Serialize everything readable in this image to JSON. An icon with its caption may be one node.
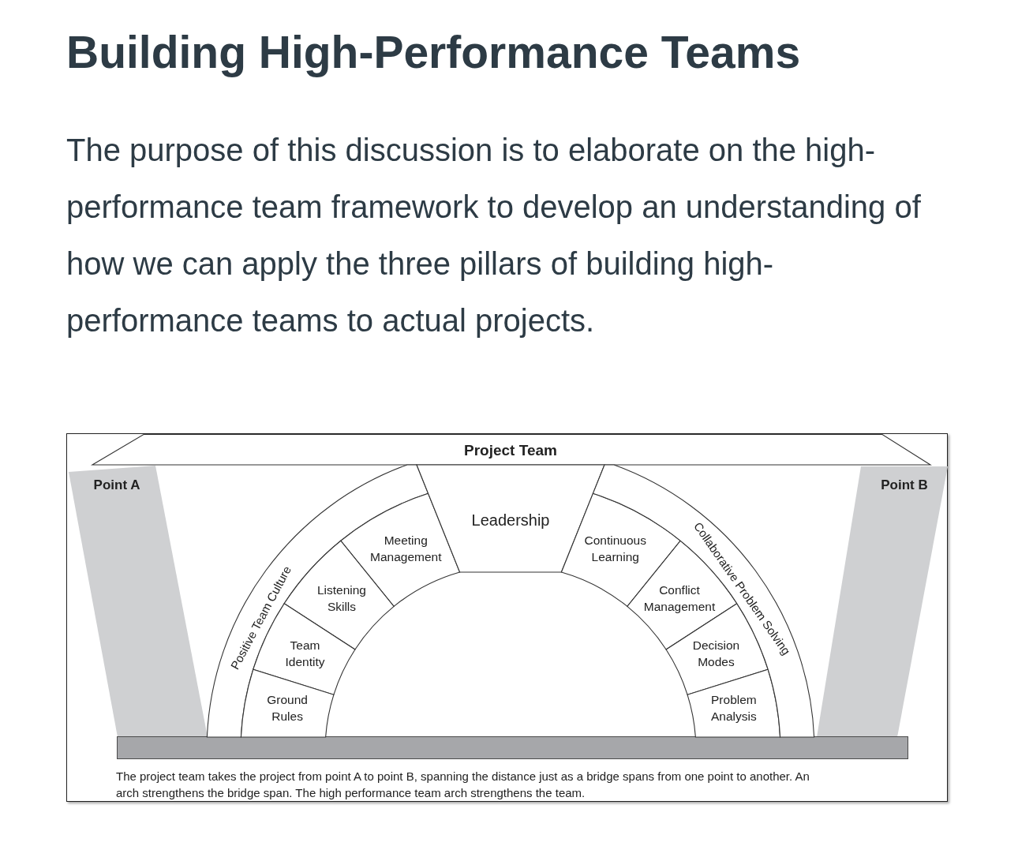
{
  "diagram": {
    "title": "Building High-Performance Teams",
    "caption": "The project team takes the project from point A to point B, spanning the distance just as a bridge spans from one point to another. An arch strengthens the bridge span. The high performance team arch strengthens the team.",
    "nodes": [
      {
        "text": [
          "Project Team"
        ]
      },
      {
        "text": [
          "Point A"
        ]
      },
      {
        "text": [
          "Point B"
        ]
      },
      {
        "text": [
          "Positive Team Culture"
        ]
      },
      {
        "text": [
          "Meeting Management"
        ]
      },
      {
        "text": [
          "Listening Skills"
        ]
      },
      {
        "text": [
          "Team Identity"
        ]
      },
      {
        "text": [
          "Ground Rules"
        ]
      },
      {
        "text": [
          "Leadership"
        ]
      },
      {
        "text": [
          "Continuous Learning"
        ]
      },
      {
        "text": [
          "Conflict Management"
        ]
      },
      {
        "text": [
          "Decision Modes"
        ]
      },
      {
        "text": [
          "Problem Analysis"
        ]
      },
      {
        "text": [
          "Collaborative Problem Solving"
        ]
      }
    ],
    "labels": [
      "The purpose of this discussion is to elaborate on the high-performance team framework to develop an understanding of how we can apply the three pillars of building high-performance teams to actual projects."
    ]
  }
}
